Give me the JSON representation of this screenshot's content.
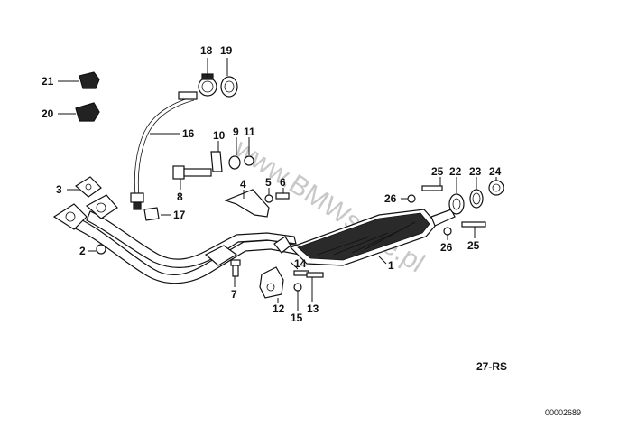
{
  "diagram": {
    "callouts": [
      "1",
      "2",
      "3",
      "4",
      "5",
      "6",
      "7",
      "8",
      "9",
      "10",
      "11",
      "12",
      "13",
      "14",
      "15",
      "16",
      "17",
      "18",
      "19",
      "20",
      "21",
      "22",
      "23",
      "24",
      "25",
      "26",
      "25",
      "26"
    ],
    "reference_code": "27-RS",
    "document_number": "00002689",
    "watermark": "www.BMWstore.pl"
  }
}
